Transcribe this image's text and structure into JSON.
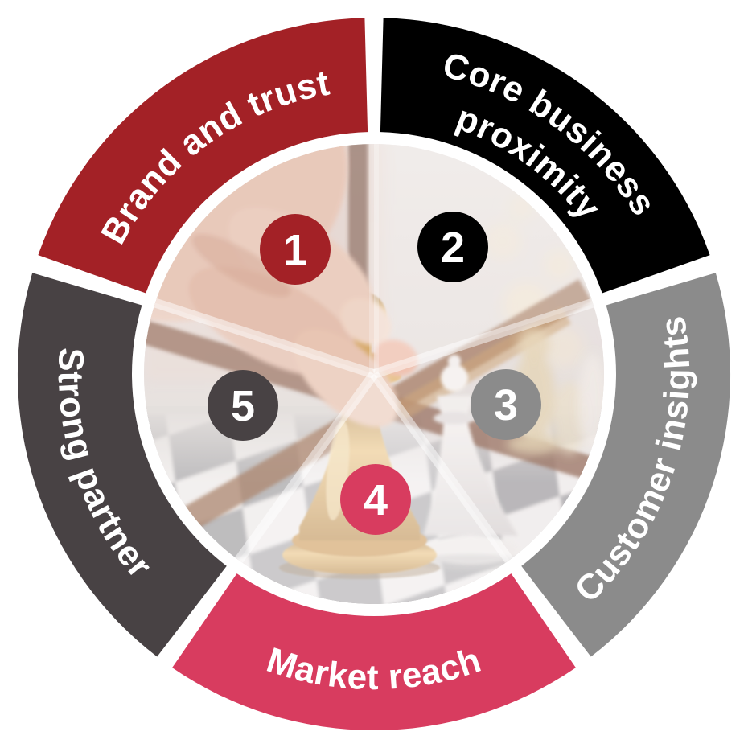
{
  "wheel": {
    "background_color": "#FFFFFF",
    "label_text_color": "#FFFFFF",
    "center_image_description": "Blurred photo of a hand moving a gold chess piece beside a white king on a chessboard",
    "segments": [
      {
        "number": "1",
        "label": "Brand and trust",
        "label_lines": [
          "Brand and trust"
        ],
        "color": "#A32126"
      },
      {
        "number": "2",
        "label": "Core business proximity",
        "label_lines": [
          "Core business",
          "proximity"
        ],
        "color": "#000000"
      },
      {
        "number": "3",
        "label": "Customer insights",
        "label_lines": [
          "Customer insights"
        ],
        "color": "#8B8B8B"
      },
      {
        "number": "4",
        "label": "Market reach",
        "label_lines": [
          "Market reach"
        ],
        "color": "#D83C5F"
      },
      {
        "number": "5",
        "label": "Strong partner",
        "label_lines": [
          "Strong partner"
        ],
        "color": "#484244"
      }
    ]
  }
}
